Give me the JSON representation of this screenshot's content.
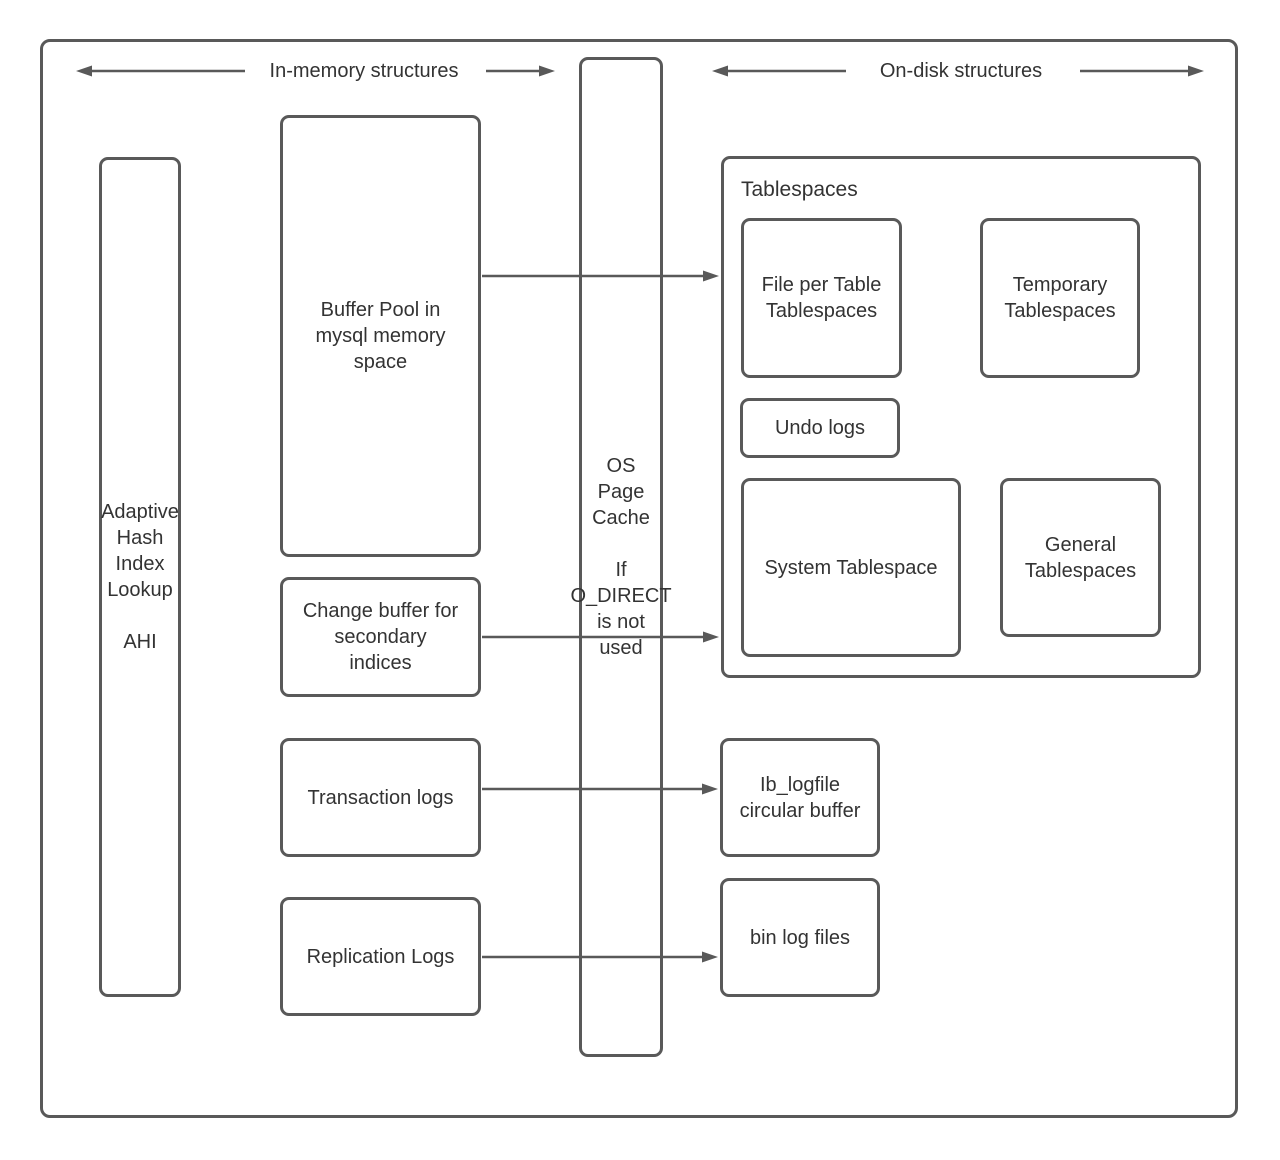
{
  "headers": {
    "in_memory": "In-memory structures",
    "on_disk": "On-disk structures"
  },
  "in_memory": {
    "ahi": "Adaptive\nHash\nIndex\nLookup\n\nAHI",
    "buffer_pool": "Buffer Pool in\nmysql memory\nspace",
    "change_buffer": "Change buffer for\nsecondary\nindices",
    "transaction_logs": "Transaction logs",
    "replication_logs": "Replication Logs"
  },
  "os_page_cache": "OS\nPage\nCache\n\nIf\nO_DIRECT\nis not\nused",
  "on_disk": {
    "tablespaces_title": "Tablespaces",
    "file_per_table": "File per Table\nTablespaces",
    "temporary": "Temporary\nTablespaces",
    "undo_logs": "Undo logs",
    "system_tablespace": "System Tablespace",
    "general": "General\nTablespaces",
    "ib_logfile": "Ib_logfile\ncircular buffer",
    "bin_log_files": "bin log files"
  },
  "colors": {
    "stroke": "#595959",
    "text": "#333333",
    "background": "#ffffff"
  }
}
